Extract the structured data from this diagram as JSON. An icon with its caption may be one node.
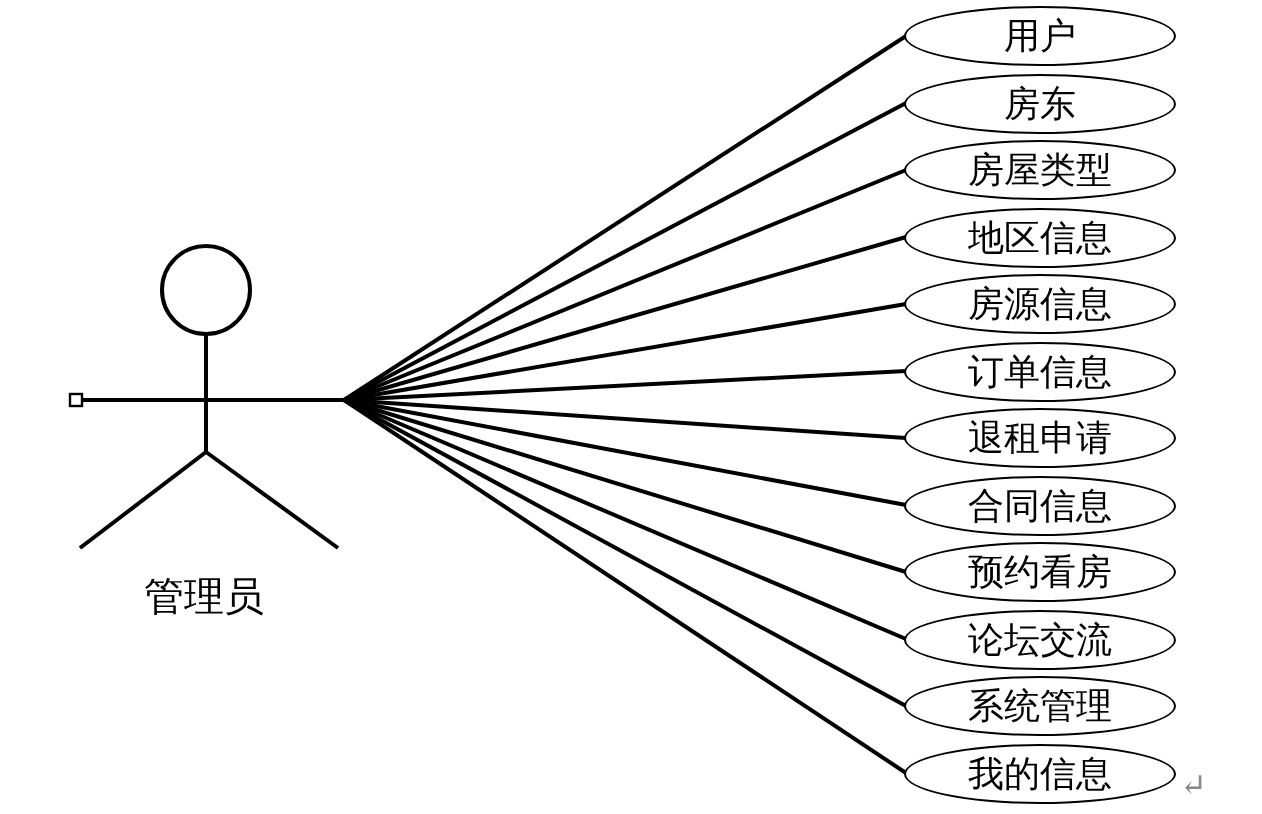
{
  "diagram": {
    "nodes": [
      {
        "text": [
          "管理员"
        ]
      },
      {
        "text": [
          "用户"
        ]
      },
      {
        "text": [
          "房东"
        ]
      },
      {
        "text": [
          "房屋类型"
        ]
      },
      {
        "text": [
          "地区信息"
        ]
      },
      {
        "text": [
          "房源信息"
        ]
      },
      {
        "text": [
          "订单信息"
        ]
      },
      {
        "text": [
          "退租申请"
        ]
      },
      {
        "text": [
          "合同信息"
        ]
      },
      {
        "text": [
          "预约看房"
        ]
      },
      {
        "text": [
          "论坛交流"
        ]
      },
      {
        "text": [
          "系统管理"
        ]
      },
      {
        "text": [
          "我的信息"
        ]
      }
    ],
    "edges": [
      {
        "from": 0,
        "to": 1,
        "arrow": "none"
      },
      {
        "from": 0,
        "to": 2,
        "arrow": "none"
      },
      {
        "from": 0,
        "to": 3,
        "arrow": "none"
      },
      {
        "from": 0,
        "to": 4,
        "arrow": "none"
      },
      {
        "from": 0,
        "to": 5,
        "arrow": "none"
      },
      {
        "from": 0,
        "to": 6,
        "arrow": "none"
      },
      {
        "from": 0,
        "to": 7,
        "arrow": "none"
      },
      {
        "from": 0,
        "to": 8,
        "arrow": "none"
      },
      {
        "from": 0,
        "to": 9,
        "arrow": "none"
      },
      {
        "from": 0,
        "to": 10,
        "arrow": "none"
      },
      {
        "from": 0,
        "to": 11,
        "arrow": "none"
      },
      {
        "from": 0,
        "to": 12,
        "arrow": "none"
      }
    ],
    "labels": [
      "↵"
    ]
  }
}
